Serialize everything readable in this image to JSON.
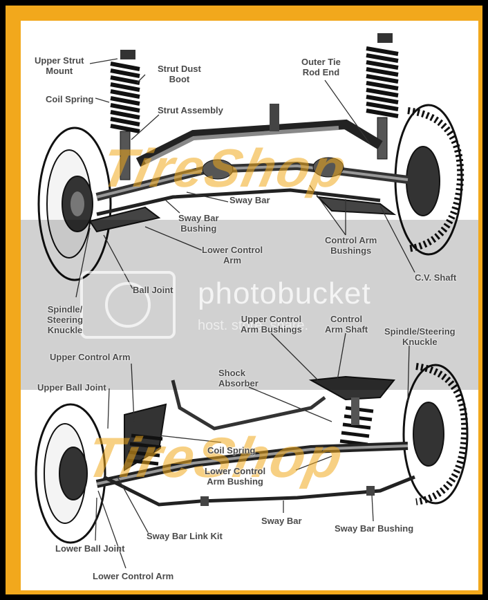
{
  "colors": {
    "frame": "#000000",
    "border": "#f2a81c",
    "background": "#ffffff",
    "label": "#4a4a4a",
    "brand": "#f0aa1e"
  },
  "watermark": {
    "main": "photobucket",
    "sub": "host. store. share.",
    "brand": "TireShop"
  },
  "front_suspension": {
    "labels": {
      "upper_strut_mount": "Upper Strut\nMount",
      "strut_dust_boot": "Strut Dust\nBoot",
      "coil_spring": "Coil Spring",
      "strut_assembly": "Strut Assembly",
      "outer_tie_rod_end": "Outer Tie\nRod End",
      "sway_bar": "Sway Bar",
      "sway_bar_bushing": "Sway Bar\nBushing",
      "control_arm_bushings": "Control Arm\nBushings",
      "lower_control_arm": "Lower Control\nArm",
      "cv_shaft": "C.V. Shaft",
      "ball_joint": "Ball Joint",
      "spindle_steering_knuckle": "Spindle/\nSteering\nKnuckle"
    }
  },
  "rear_suspension": {
    "labels": {
      "upper_control_arm_bushings": "Upper Control\nArm Bushings",
      "control_arm_shaft": "Control\nArm Shaft",
      "spindle_steering_knuckle": "Spindle/Steering\nKnuckle",
      "upper_control_arm": "Upper Control Arm",
      "upper_ball_joint": "Upper Ball Joint",
      "shock_absorber": "Shock\nAbsorber",
      "coil_spring": "Coil Spring",
      "lower_control_arm_bushing": "Lower Control\nArm Bushing",
      "sway_bar": "Sway Bar",
      "sway_bar_bushing": "Sway Bar Bushing",
      "sway_bar_link_kit": "Sway Bar Link Kit",
      "lower_ball_joint": "Lower Ball Joint",
      "lower_control_arm": "Lower Control Arm"
    }
  }
}
